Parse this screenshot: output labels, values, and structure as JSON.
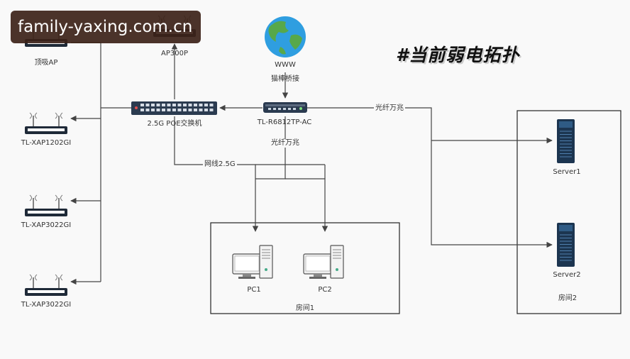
{
  "watermark": "family-yaxing.com.cn",
  "title": "#当前弱电拓扑",
  "internet": {
    "label": "WWW",
    "sublabel": "猫棒桥接"
  },
  "router": {
    "label": "TL-R6812TP-AC"
  },
  "switch": {
    "label": "2.5G POE交换机"
  },
  "aps": [
    {
      "label": "顶吸AP"
    },
    {
      "label": "AP300P"
    },
    {
      "label": "TL-XAP1202GI"
    },
    {
      "label": "TL-XAP3022GI"
    },
    {
      "label": "TL-XAP3022GI"
    }
  ],
  "links": {
    "fiber_right": "光纤万兆",
    "fiber_down": "光纤万兆",
    "cable": "网线2.5G"
  },
  "room1": {
    "label": "房间1",
    "pcs": [
      "PC1",
      "PC2"
    ]
  },
  "room2": {
    "label": "房间2",
    "servers": [
      "Server1",
      "Server2"
    ]
  },
  "colors": {
    "line": "#444444",
    "globe_water": "#2f9ee0",
    "globe_land": "#57a84a",
    "device_dark": "#2b3b50",
    "server_dark": "#1c3550",
    "watermark_bg": "#3c2218"
  }
}
